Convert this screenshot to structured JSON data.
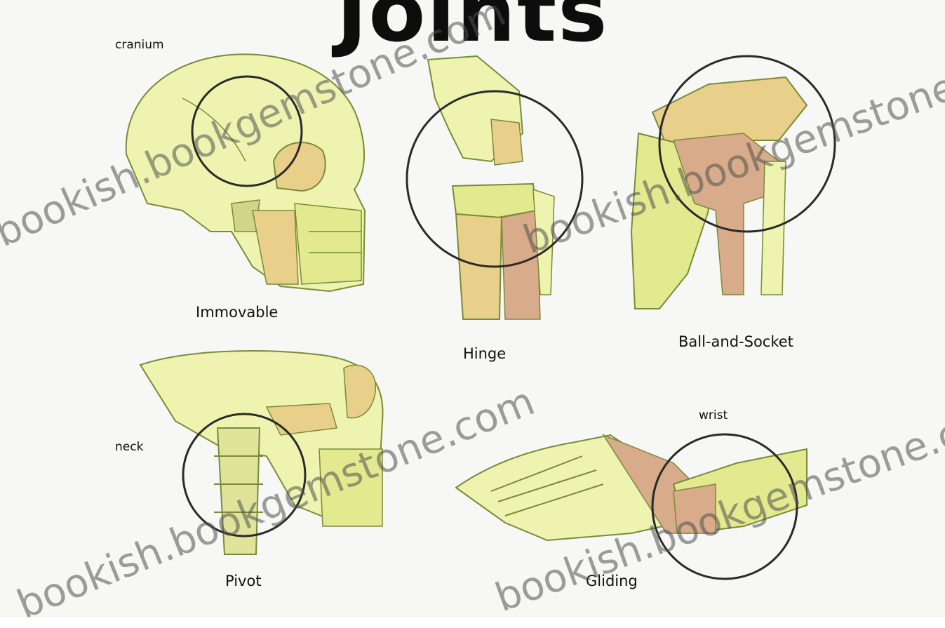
{
  "title": "Joints",
  "labels": {
    "cranium": "cranium",
    "immovable": "Immovable",
    "hinge": "Hinge",
    "ball_and_socket": "Ball-and-Socket",
    "neck": "neck",
    "pivot": "Pivot",
    "wrist": "wrist",
    "gliding": "Gliding"
  },
  "watermarks": [
    "bookish.bookgemstone.com",
    "bookish.bookgemstone.com",
    "bookish.bookgemstone.com",
    "bookish.bookgemstone.com"
  ],
  "colors": {
    "bone_light": "#eef3b0",
    "bone_mid": "#e3e98f",
    "bone_tan": "#e8cf8a",
    "joint_pink": "#d8ab8a",
    "outline": "#7a8a3a",
    "circle": "#2a2a2a",
    "background": "#f7f7f5"
  }
}
